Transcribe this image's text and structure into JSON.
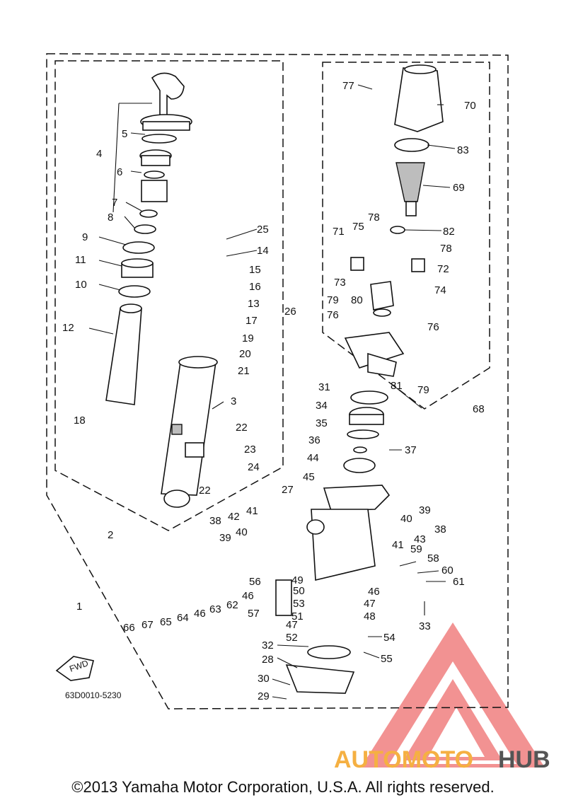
{
  "diagram_code": "63D0010-5230",
  "copyright": "©2013 Yamaha Motor Corporation, U.S.A. All rights reserved.",
  "fwd_label": "FWD",
  "watermark": {
    "brand_part1": "AUTOMOTO",
    "brand_part2": "HUB",
    "colors": {
      "triangle": "#f08080",
      "part1": "#f5b042",
      "part2": "#555555"
    }
  },
  "callouts": [
    "1",
    "2",
    "3",
    "4",
    "5",
    "6",
    "7",
    "8",
    "9",
    "10",
    "11",
    "12",
    "13",
    "14",
    "15",
    "16",
    "17",
    "18",
    "19",
    "20",
    "21",
    "22",
    "22",
    "23",
    "24",
    "25",
    "26",
    "27",
    "28",
    "29",
    "30",
    "31",
    "32",
    "33",
    "34",
    "35",
    "36",
    "37",
    "38",
    "38",
    "39",
    "39",
    "40",
    "40",
    "41",
    "41",
    "42",
    "43",
    "44",
    "45",
    "46",
    "46",
    "46",
    "47",
    "47",
    "48",
    "49",
    "50",
    "51",
    "52",
    "53",
    "54",
    "55",
    "56",
    "57",
    "58",
    "59",
    "60",
    "61",
    "62",
    "63",
    "64",
    "65",
    "66",
    "67",
    "68",
    "69",
    "70",
    "71",
    "72",
    "73",
    "74",
    "75",
    "76",
    "76",
    "77",
    "78",
    "78",
    "79",
    "79",
    "80",
    "81",
    "82",
    "83"
  ]
}
